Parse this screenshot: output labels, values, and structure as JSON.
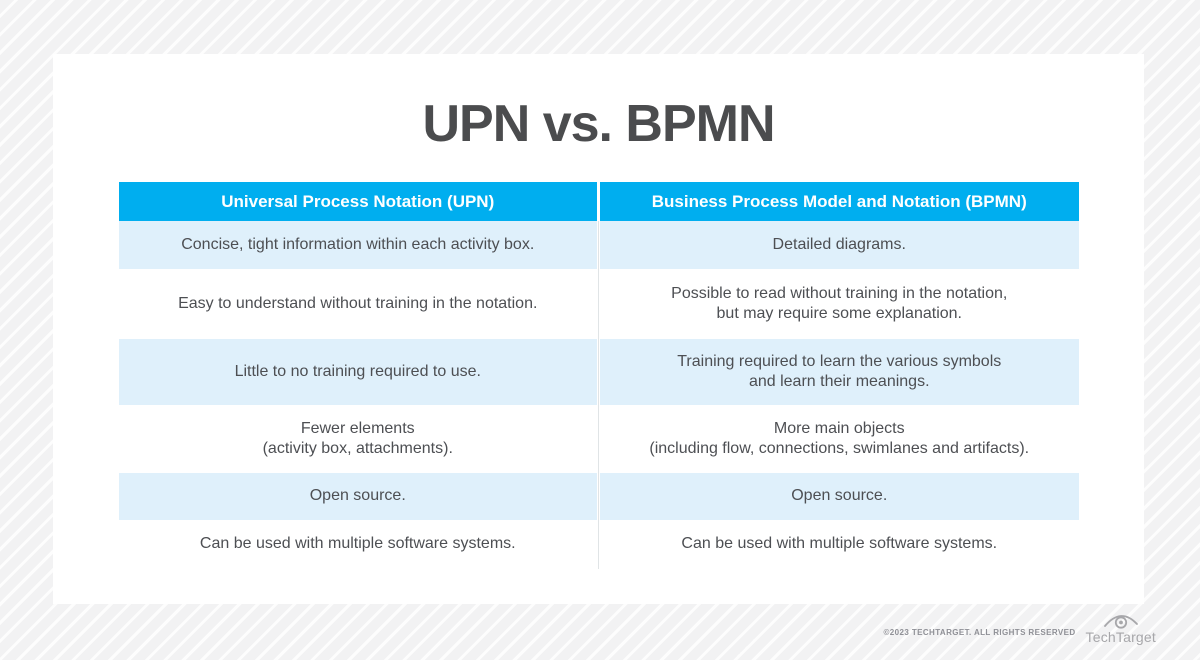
{
  "page": {
    "title": "UPN vs. BPMN"
  },
  "chart_data": {
    "type": "table",
    "title": "UPN vs. BPMN",
    "columns": [
      "Universal Process Notation (UPN)",
      "Business Process Model and Notation (BPMN)"
    ],
    "rows": [
      [
        "Concise, tight information within each activity box.",
        "Detailed diagrams."
      ],
      [
        "Easy to understand without training in the notation.",
        "Possible to read without training in the notation, but may require some explanation."
      ],
      [
        "Little to no training required to use.",
        "Training required to learn the various symbols and learn their meanings."
      ],
      [
        "Fewer elements (activity box, attachments).",
        "More main objects (including flow, connections, swimlanes and artifacts)."
      ],
      [
        "Open source.",
        "Open source."
      ],
      [
        "Can be used with multiple software systems.",
        "Can be used with multiple software systems."
      ]
    ],
    "layout_hints": {
      "header_bg": "#00aeef",
      "alt_row_bg": "#dff0fb",
      "alternating_rows_start": "alt"
    }
  },
  "table": {
    "headers": {
      "upn": "Universal Process Notation (UPN)",
      "bpmn": "Business Process Model and Notation (BPMN)"
    },
    "rows": [
      {
        "upn": "Concise, tight information within each activity box.",
        "bpmn": "Detailed diagrams."
      },
      {
        "upn": "Easy to understand without training in the notation.",
        "bpmn": "Possible to read without training in the notation,\nbut may require some explanation."
      },
      {
        "upn": "Little to no training required to use.",
        "bpmn": "Training required to learn the various symbols\nand learn their meanings."
      },
      {
        "upn": "Fewer elements\n(activity box, attachments).",
        "bpmn": "More main objects\n(including flow, connections, swimlanes and artifacts)."
      },
      {
        "upn": "Open source.",
        "bpmn": "Open source."
      },
      {
        "upn": "Can be used with multiple software systems.",
        "bpmn": "Can be used with multiple software systems."
      }
    ]
  },
  "footer": {
    "copyright": "©2023 TECHTARGET. ALL RIGHTS RESERVED",
    "logo_text": "TechTarget",
    "logo_icon": "techtarget-eye-icon"
  },
  "colors": {
    "header_bg": "#00aeef",
    "row_alt_bg": "#dff0fb",
    "title_text": "#4b4c4e",
    "cell_text": "#4d4f53",
    "divider": "#e0e4e6"
  }
}
